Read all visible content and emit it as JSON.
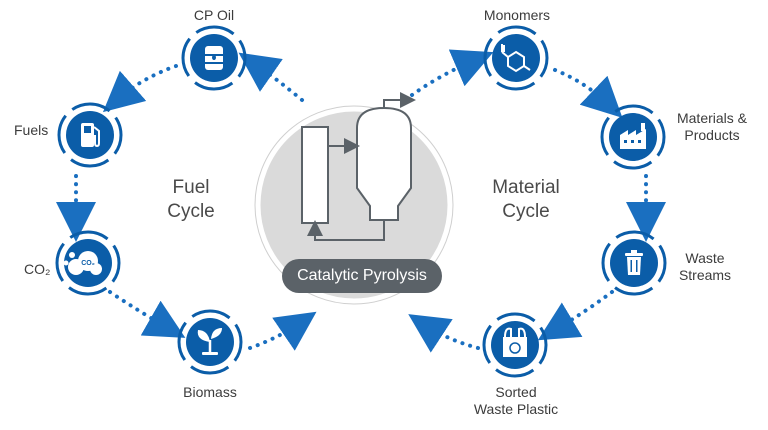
{
  "nodes": {
    "cp_oil": "CP Oil",
    "fuels": "Fuels",
    "co2": "CO₂",
    "biomass": "Biomass",
    "monomers": "Monomers",
    "materials_line1": "Materials &",
    "materials_line2": "Products",
    "waste_line1": "Waste",
    "waste_line2": "Streams",
    "sorted_line1": "Sorted",
    "sorted_line2": "Waste Plastic",
    "co2_badge": "CO₂"
  },
  "cycles": {
    "fuel_line1": "Fuel",
    "fuel_line2": "Cycle",
    "material_line1": "Material",
    "material_line2": "Cycle"
  },
  "center": {
    "label": "Catalytic Pyrolysis"
  },
  "colors": {
    "blue": "#0b5da8",
    "dot_blue": "#1a6fc0",
    "center_gray": "#d9d9d9",
    "pill_gray": "#5b6268"
  },
  "icons": {
    "cp_oil": "oil-barrel-icon",
    "fuels": "fuel-pump-icon",
    "co2": "co2-cloud-icon",
    "biomass": "plant-sprout-icon",
    "monomers": "molecule-icon",
    "materials": "factory-icon",
    "waste": "trash-can-icon",
    "sorted": "plastic-bag-icon"
  }
}
